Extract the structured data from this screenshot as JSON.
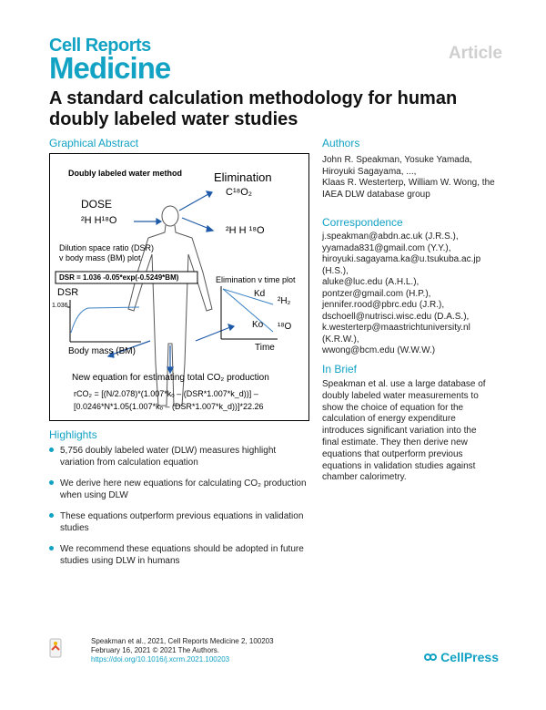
{
  "header": {
    "journal_line1": "Cell Reports",
    "journal_line2": "Medicine",
    "article_type": "Article"
  },
  "title": {
    "line1": "A standard calculation methodology for human",
    "line2": "doubly labeled water studies"
  },
  "graphical_abstract": {
    "heading": "Graphical Abstract",
    "method_label": "Doubly labeled water method",
    "elimination": "Elimination",
    "dose": "DOSE",
    "dose_isotopes": "²H H¹⁸O",
    "co2_label": "C¹⁸O₂",
    "water_out": "²H H ¹⁸O",
    "dsr_title_1": "Dilution space ratio (DSR)",
    "dsr_title_2": "v body mass (BM) plot",
    "dsr_equation": "DSR = 1.036 -0.05*exp(-0.5249*BM)",
    "dsr_axis": "DSR",
    "dsr_tick": "1.036",
    "bm_axis": "Body mass (BM)",
    "elim_plot_title": "Elimination v time plot",
    "kd": "Kd",
    "h2": "²H₂",
    "ko": "Ko",
    "o18": "¹⁸O",
    "time_axis": "Time",
    "new_eq_title": "New equation for estimating total CO₂ production",
    "eq_line1": "rCO₂ =  [(N/2.078)*(1.007*kₒ – (DSR*1.007*k_d))] –",
    "eq_line2": "[0.0246*N*1.05(1.007*kₒ – (DSR*1.007*k_d))]*22.26"
  },
  "authors": {
    "heading": "Authors",
    "lines": [
      "John R. Speakman, Yosuke Yamada,",
      "Hiroyuki Sagayama, ...,",
      "Klaas R. Westerterp, William W. Wong, the",
      "IAEA DLW database group"
    ]
  },
  "correspondence": {
    "heading": "Correspondence",
    "lines": [
      "j.speakman@abdn.ac.uk (J.R.S.),",
      "yyamada831@gmail.com (Y.Y.),",
      "hiroyuki.sagayama.ka@u.tsukuba.ac.jp",
      "(H.S.),",
      "aluke@luc.edu (A.H.L.),",
      "pontzer@gmail.com (H.P.),",
      "jennifer.rood@pbrc.edu (J.R.),",
      "dschoell@nutrisci.wisc.edu (D.A.S.),",
      "k.westerterp@maastrichtuniversity.nl",
      "(K.R.W.),",
      "wwong@bcm.edu (W.W.W.)"
    ]
  },
  "in_brief": {
    "heading": "In Brief",
    "lines": [
      "Speakman et al. use a large database of",
      "doubly labeled water measurements to",
      "show the choice of equation for the",
      "calculation of energy expenditure",
      "introduces significant variation into the",
      "final estimate. They then derive new",
      "equations that outperform previous",
      "equations in validation studies against",
      "chamber calorimetry."
    ]
  },
  "highlights": {
    "heading": "Highlights",
    "items": [
      {
        "line1": "5,756 doubly labeled water (DLW) measures highlight",
        "line2": "variation from calculation equation"
      },
      {
        "line1": "We derive here new equations for calculating CO₂ production",
        "line2": "when using DLW"
      },
      {
        "line1": "These equations outperform previous equations in validation",
        "line2": "studies"
      },
      {
        "line1": "We recommend these equations should be adopted in future",
        "line2": "studies using DLW in humans"
      }
    ]
  },
  "footer": {
    "line1": "Speakman et al., 2021, Cell Reports Medicine 2, 100203",
    "line2": "February 16, 2021 © 2021 The Authors.",
    "doi": "https://doi.org/10.1016/j.xcrm.2021.100203",
    "publisher": "CellPress"
  },
  "colors": {
    "accent": "#12a2c4",
    "article_tag": "#cfcfcf"
  }
}
